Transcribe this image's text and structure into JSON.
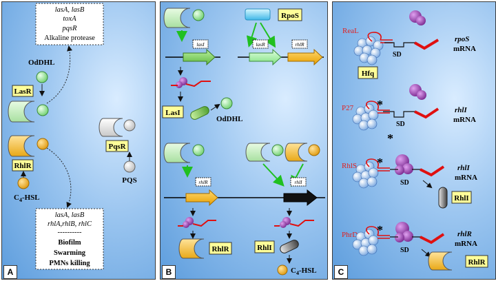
{
  "panelA": {
    "letter": "A",
    "targets_box": [
      "lasA, lasB",
      "toxA",
      "pqsR",
      "Alkaline protease"
    ],
    "oddhl": "OdDHL",
    "lasr": "LasR",
    "rhlr": "RhlR",
    "pqsr": "PqsR",
    "pqs": "PQS",
    "c4hsl_main": "C",
    "c4hsl_sub": "4",
    "c4hsl_tail": "-HSL",
    "bottom_box": [
      "lasA, lasB",
      "rhlA,rhlB, rhlC",
      "----------",
      "Biofilm",
      "Swarming",
      "PMNs killing"
    ]
  },
  "panelB": {
    "letter": "B",
    "rpos": "RpoS",
    "gene_lasI": "lasI",
    "gene_lasR": "lasR",
    "gene_rhlR": "rhlR",
    "lasi_protein": "LasI",
    "oddhl": "OdDHL",
    "gene_rhlR2": "rhlR",
    "gene_rhlI": "rhlI",
    "rhlr_protein": "RhlR",
    "rhli_protein": "RhlI",
    "c4hsl_main": "C",
    "c4hsl_sub": "4",
    "c4hsl_tail": "-HSL"
  },
  "panelC": {
    "letter": "C",
    "rows": [
      {
        "srna": "ReaL",
        "sd": "SD",
        "mrna_gene": "rpoS",
        "mrna_word": "mRNA",
        "hfq": "Hfq"
      },
      {
        "srna": "P27",
        "sd": "SD",
        "mrna_gene": "rhlI",
        "mrna_word": "mRNA"
      },
      {
        "srna": "RhlS",
        "sd": "SD",
        "mrna_gene": "rhlI",
        "mrna_word": "mRNA",
        "product": "RhlI"
      },
      {
        "srna": "PhrD",
        "sd": "SD",
        "mrna_gene": "rhlR",
        "mrna_word": "mRNA",
        "product": "RhlR"
      }
    ],
    "star": "*"
  },
  "colors": {
    "receptor_green": "#c8f0c0",
    "receptor_orange": "#f5c040",
    "receptor_gray": "#e6e6e6",
    "ligand_green": "#a8e8a8",
    "hsl_orange": "#f0b020",
    "label_yellow": "#ffff99",
    "mrna_red": "#e01010",
    "hfq_blue": "#a8c8f0",
    "ribosome_purple": "#9040a0",
    "arrow_green": "#20c020",
    "srna_label_red": "#e02020"
  }
}
